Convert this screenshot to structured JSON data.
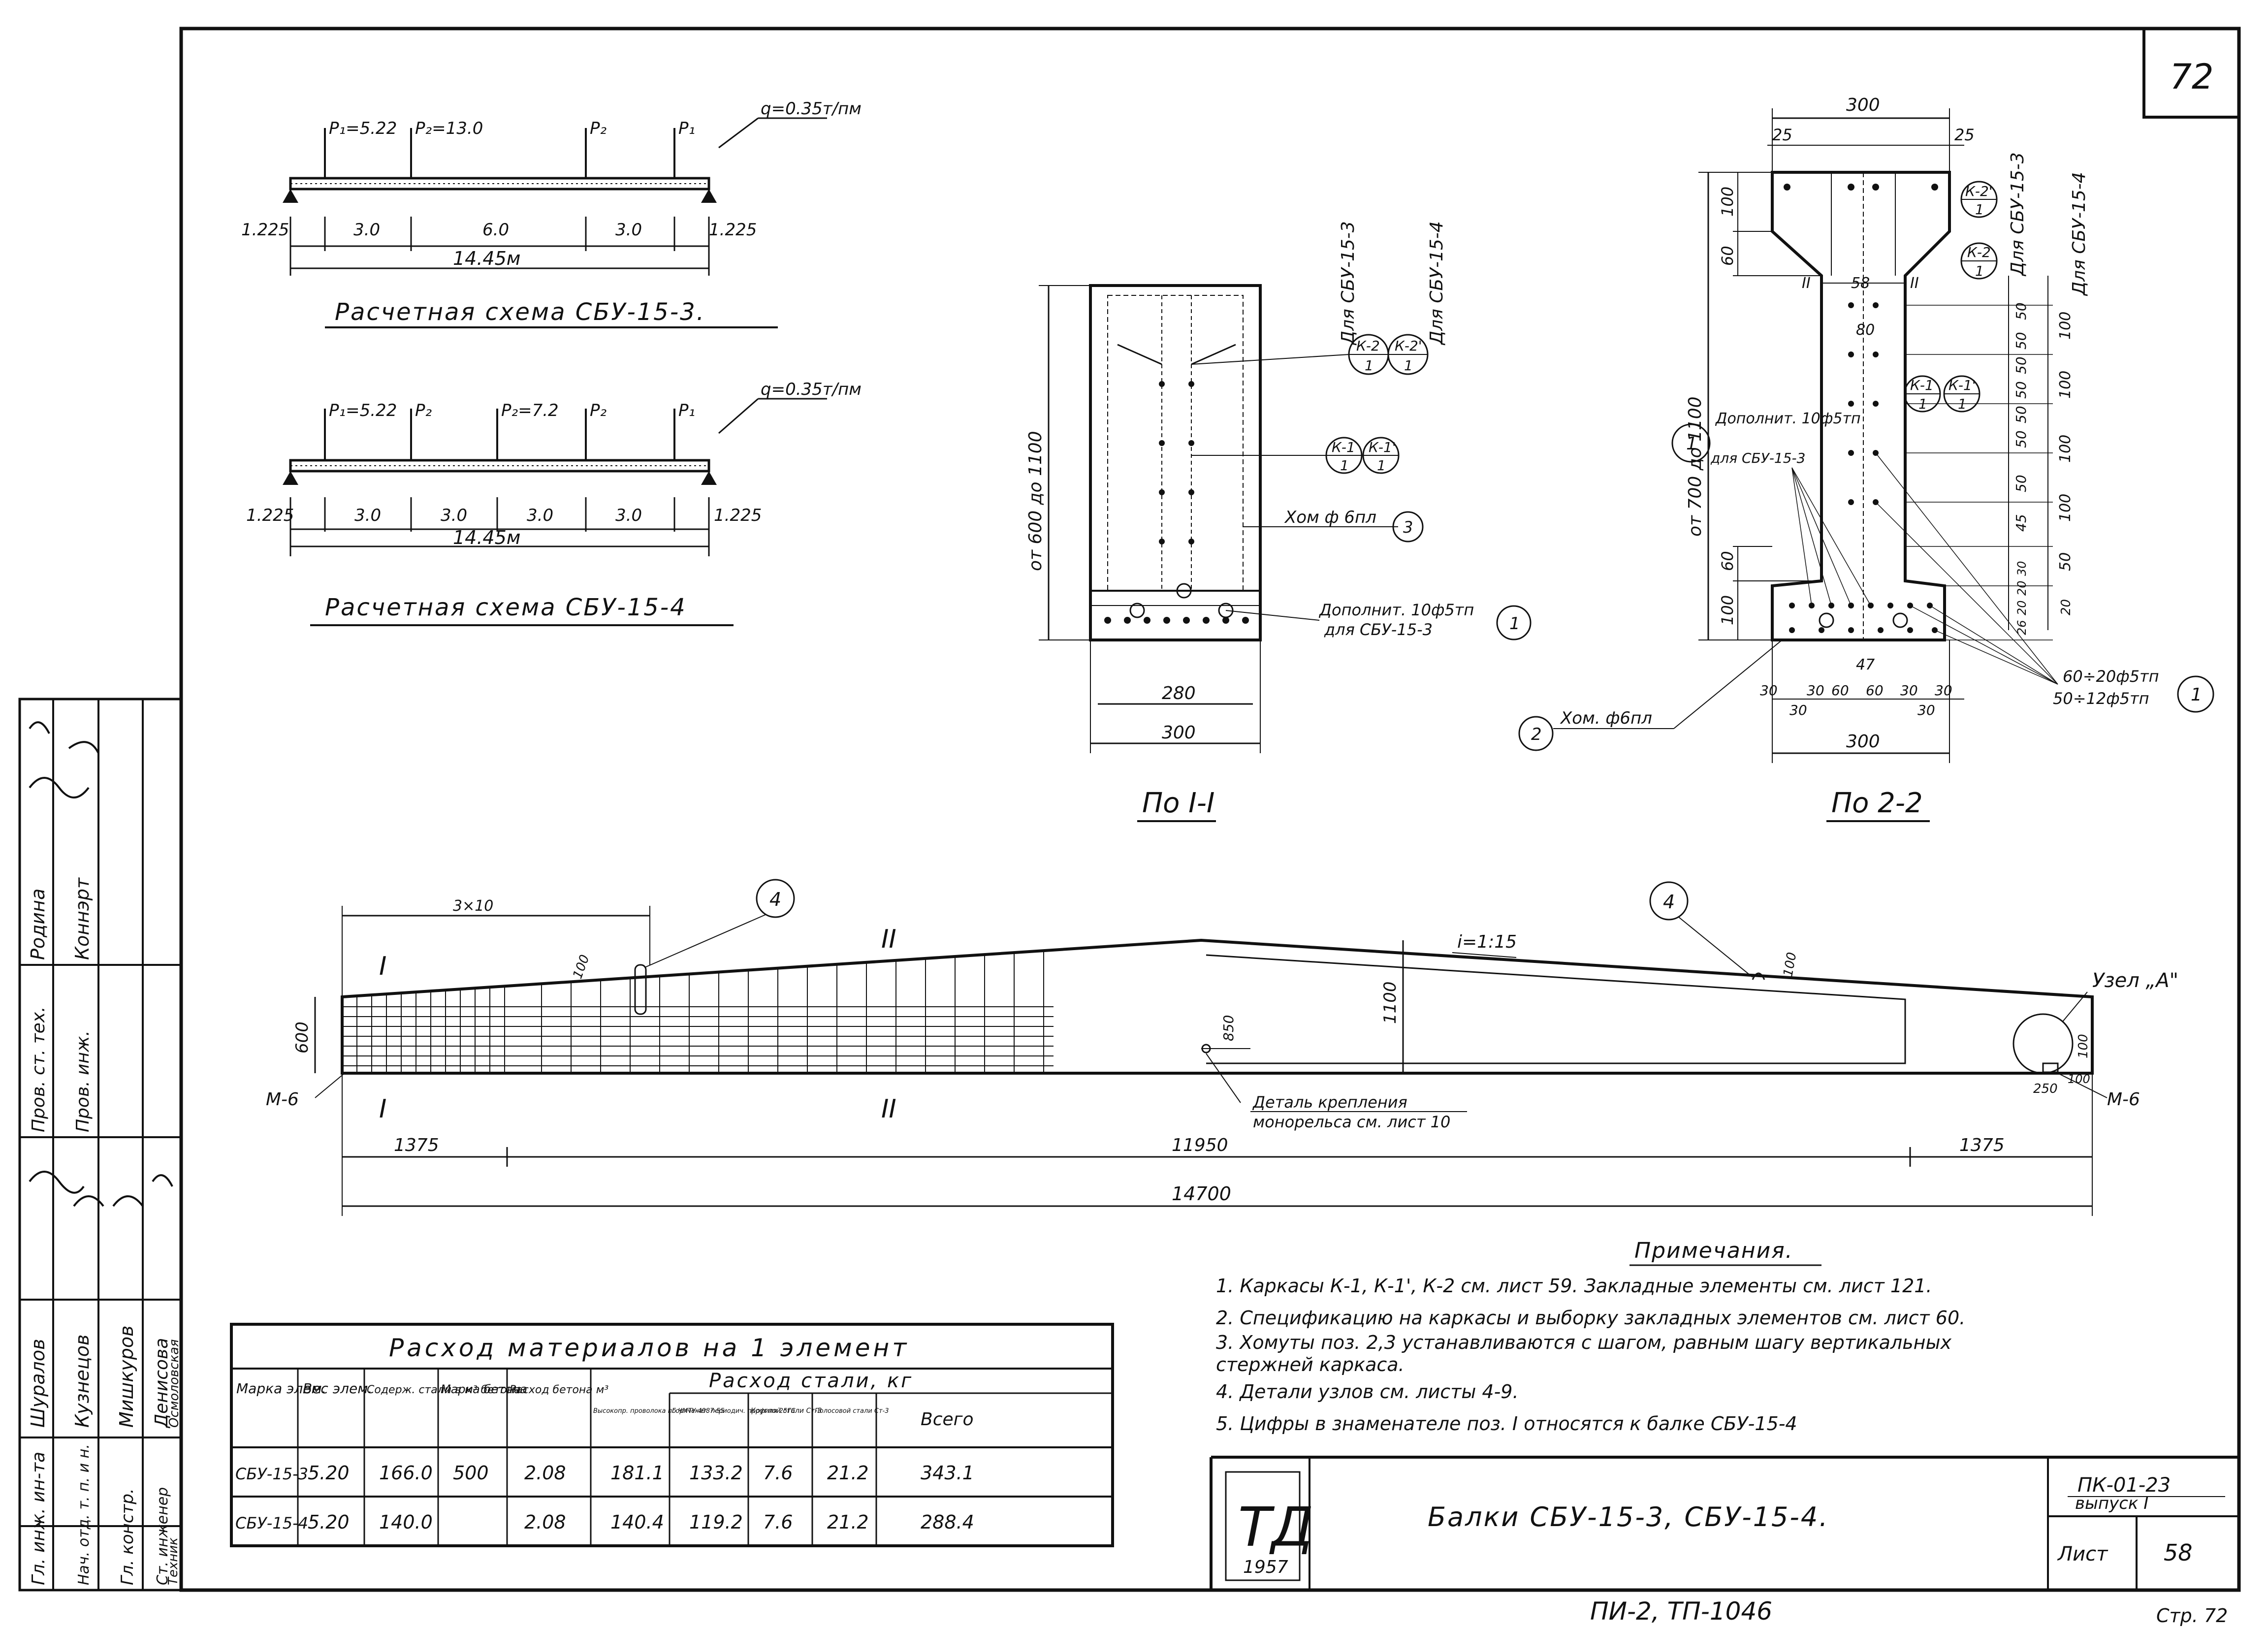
{
  "sheet": {
    "number": "72",
    "series_code": "ПК-01-23",
    "issue": "выпуск I",
    "sheet_label": "Лист",
    "sheet_no": "58",
    "title": "Балки СБУ-15-3,  СБУ-15-4.",
    "org_logo": "ТД",
    "year": "1957",
    "project_ref": "ПИ-2,  ТП-1046",
    "page_ref": "Стр. 72"
  },
  "scheme1": {
    "p1": "P₁=5.22",
    "p2": "P₂=13.0",
    "p2b": "P₂",
    "p1b": "P₁",
    "q": "q=0.35т/пм",
    "spans": [
      "1.225",
      "3.0",
      "6.0",
      "3.0",
      "1.225"
    ],
    "total": "14.45м",
    "caption": "Расчетная схема СБУ-15-3."
  },
  "scheme2": {
    "p1": "P₁=5.22",
    "p2": "P₂",
    "p2c": "P₂=7.2",
    "p2d": "P₂",
    "p1b": "P₁",
    "q": "q=0.35т/пм",
    "spans": [
      "1.225",
      "3.0",
      "3.0",
      "3.0",
      "3.0",
      "1.225"
    ],
    "total": "14.45м",
    "caption": "Расчетная схема СБУ-15-4"
  },
  "section1": {
    "height": "от 600 до 1100",
    "width_inner": "280",
    "width_outer": "300",
    "for_a": "Для СБУ-15-3",
    "for_b": "Для СБУ-15-4",
    "k2": "К-2",
    "k2p": "К-2'",
    "k1": "К-1",
    "k1p": "К-1'",
    "one": "1",
    "stirrup": "Хом ф 6пл",
    "stirrup_no": "3",
    "extra": "Дополнит. 10ф5тп",
    "extra_for": "для СБУ-15-3",
    "extra_no": "1",
    "caption": "По I-I"
  },
  "section2": {
    "top_width": "300",
    "d25a": "25",
    "d25b": "25",
    "left_dims": [
      "100",
      "60"
    ],
    "height": "от 700 до 1100",
    "bottom_left": [
      "60",
      "100"
    ],
    "web": "58",
    "mark_ii": "II",
    "d80": "80",
    "right_dims": [
      "50",
      "50",
      "50",
      "50",
      "50",
      "50",
      "50",
      "45",
      "30",
      "20",
      "20",
      "26"
    ],
    "right_dims2": [
      "100",
      "100",
      "100",
      "100",
      "50",
      "20"
    ],
    "for_a": "Для СБУ-15-3",
    "for_b": "Для СБУ-15-4",
    "extra_no": "1",
    "extra": "Дополнит. 10ф5тп",
    "extra_for": "для СБУ-15-3",
    "d47": "47",
    "bottom_dims": [
      "30",
      "30",
      "60",
      "60",
      "30",
      "30"
    ],
    "bottom_dims2": [
      "30",
      "30"
    ],
    "bottom_width": "300",
    "stirrup": "Хом. ф6пл",
    "stirrup_no": "2",
    "bars1": "60÷20ф5тп",
    "bars2": "50÷12ф5тп",
    "bars_no": "1",
    "caption": "По 2-2"
  },
  "beam": {
    "top_dim": "3×10",
    "mark4": "4",
    "d100a": "100",
    "mark_i": "I",
    "mark_ii": "II",
    "slope": "i=1:15",
    "h600": "600",
    "h1100": "1100",
    "d850": "850",
    "d100b": "100",
    "node": "Узел „А\"",
    "d100c": "100",
    "d100d": "100",
    "d250": "250",
    "m6": "М-6",
    "detail1": "Деталь крепления",
    "detail2": "монорельса см. лист 10",
    "dims": [
      "1375",
      "11950",
      "1375"
    ],
    "total": "14700"
  },
  "notes": {
    "title": "Примечания.",
    "items": [
      "1. Каркасы К-1, К-1', К-2 см. лист 59. Закладные элементы см. лист 121.",
      "2. Спецификацию на каркасы и выборку закладных элементов см. лист 60.",
      "3. Хомуты поз. 2,3 устанавливаются с шагом, равным шагу вертикальных",
      "    стержней каркаса.",
      "4. Детали узлов см. листы 4-9.",
      "5. Цифры в знаменателе поз. I относятся к балке СБУ-15-4"
    ]
  },
  "materials": {
    "title": "Расход материалов на 1 элемент",
    "headers": [
      "Марка элем.",
      "Вес элем.",
      "Содерж. стали в м³ бетона",
      "Марка бетона",
      "Расход бетона м³"
    ],
    "steel_header": "Расход стали, кг",
    "steel_cols": [
      "Высокопр. проволока по ЧМТУ 4987-55",
      "Горячекат. периодич. профиля 25ГС",
      "Круглой стали Ст-3",
      "Полосовой стали Ст-3",
      "Всего"
    ],
    "rows": [
      [
        "СБУ-15-3",
        "5.20",
        "166.0",
        "500",
        "2.08",
        "181.1",
        "133.2",
        "7.6",
        "21.2",
        "343.1"
      ],
      [
        "СБУ-15-4",
        "5.20",
        "140.0",
        "",
        "2.08",
        "140.4",
        "119.2",
        "7.6",
        "21.2",
        "288.4"
      ]
    ]
  },
  "stamp": {
    "roles": [
      "Гл. инж. ин-та",
      "Нач. отд. т. п. и н.",
      "Гл. констр.",
      "Ст. инженер",
      "Техник"
    ],
    "names": [
      "Шуралов",
      "Кузнецов",
      "Мишкуров",
      "Денисова",
      "Осмоловская"
    ],
    "roles2": [
      "Пров. ст. тех.",
      "Пров. инж."
    ],
    "names2": [
      "Родина",
      "Коннэрт"
    ]
  }
}
